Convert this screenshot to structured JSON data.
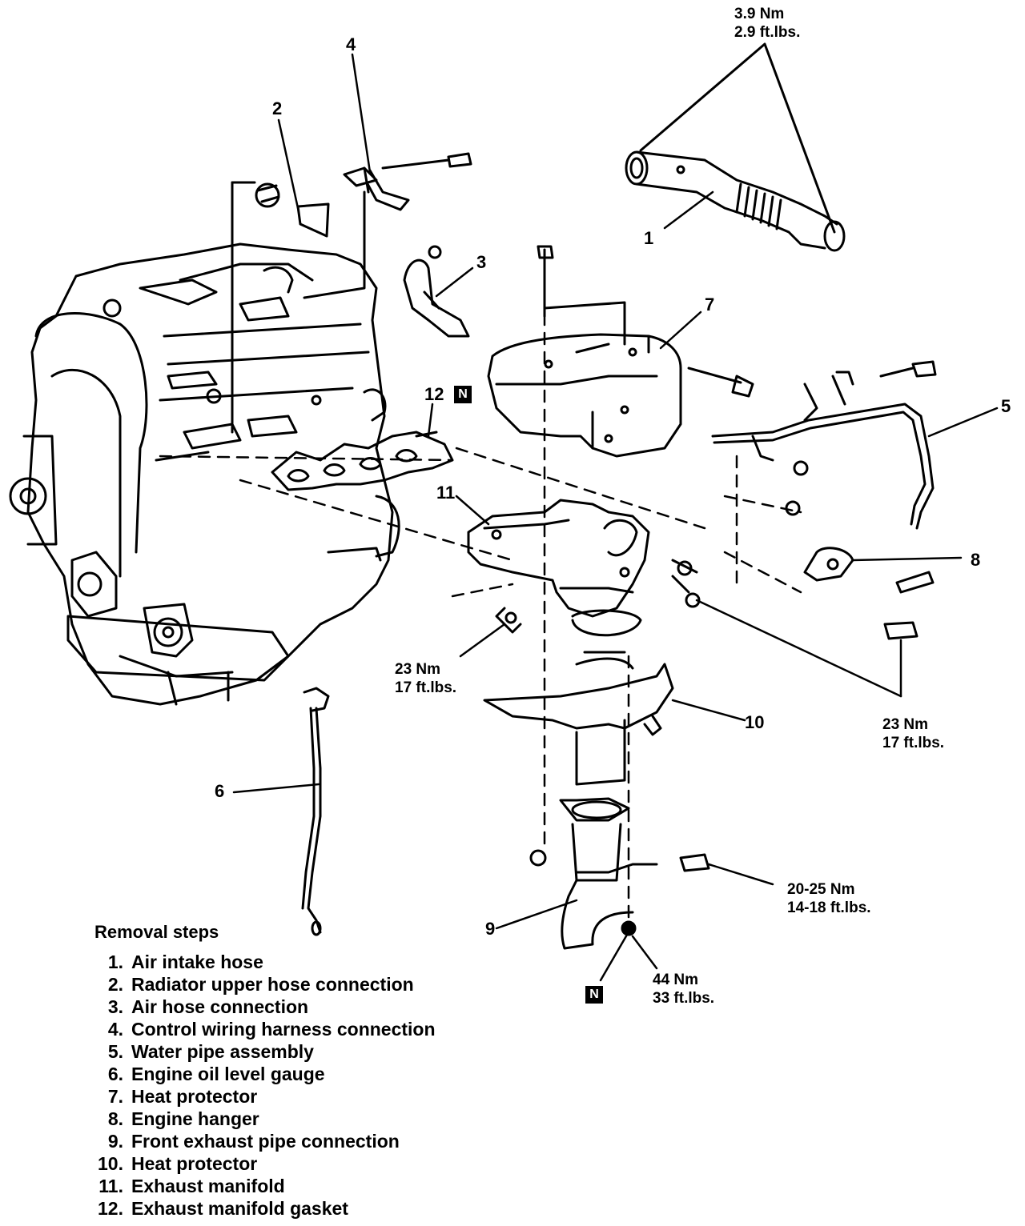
{
  "callouts": {
    "c1": "1",
    "c2": "2",
    "c3": "3",
    "c4": "4",
    "c5": "5",
    "c6": "6",
    "c7": "7",
    "c8": "8",
    "c9": "9",
    "c10": "10",
    "c11": "11",
    "c12": "12",
    "n_mark": "N"
  },
  "torques": {
    "hose_clamp": [
      "3.9 Nm",
      "2.9 ft.lbs."
    ],
    "manifold_left": [
      "23 Nm",
      "17 ft.lbs."
    ],
    "manifold_right": [
      "23 Nm",
      "17 ft.lbs."
    ],
    "pipe_bracket": [
      "20-25 Nm",
      "14-18 ft.lbs."
    ],
    "pipe_nut": [
      "44 Nm",
      "33 ft.lbs."
    ]
  },
  "removal": {
    "title": "Removal steps",
    "steps": [
      {
        "num": "1.",
        "text": "Air intake hose"
      },
      {
        "num": "2.",
        "text": "Radiator upper hose connection"
      },
      {
        "num": "3.",
        "text": "Air hose connection"
      },
      {
        "num": "4.",
        "text": "Control wiring harness connection"
      },
      {
        "num": "5.",
        "text": "Water pipe assembly"
      },
      {
        "num": "6.",
        "text": "Engine oil level gauge"
      },
      {
        "num": "7.",
        "text": "Heat protector"
      },
      {
        "num": "8.",
        "text": "Engine hanger"
      },
      {
        "num": "9.",
        "text": "Front exhaust pipe connection"
      },
      {
        "num": "10.",
        "text": "Heat protector"
      },
      {
        "num": "11.",
        "text": "Exhaust manifold"
      },
      {
        "num": "12.",
        "text": "Exhaust manifold gasket"
      }
    ]
  }
}
